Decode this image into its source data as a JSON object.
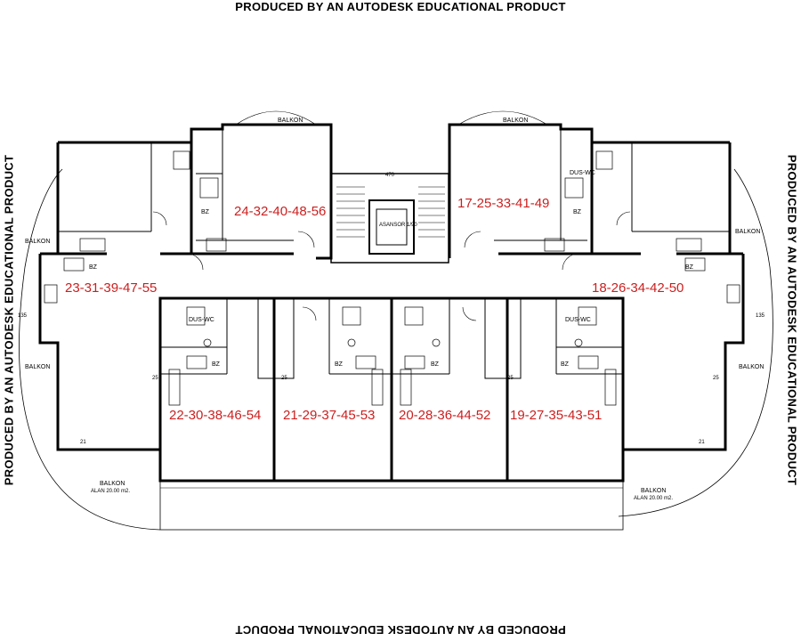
{
  "watermark": {
    "text": "PRODUCED BY AN AUTODESK EDUCATIONAL PRODUCT"
  },
  "units": {
    "top_left_center": "24-32-40-48-56",
    "top_right_center": "17-25-33-41-49",
    "left_wing": "23-31-39-47-55",
    "right_wing": "18-26-34-42-50",
    "bottom_1": "22-30-38-46-54",
    "bottom_2": "21-29-37-45-53",
    "bottom_3": "20-28-36-44-52",
    "bottom_4": "19-27-35-43-51"
  },
  "labels": {
    "balkon": "BALKON",
    "bz": "BZ",
    "dus_wc": "DUS-WC",
    "alan_left": "ALAN 20.00 m2.",
    "alan_right": "ALAN 20.00 m2.",
    "elevator": "ASANSOR 1/90",
    "dim_470": "470",
    "dim_135": "135",
    "dim_25": "25",
    "dim_21": "21"
  }
}
